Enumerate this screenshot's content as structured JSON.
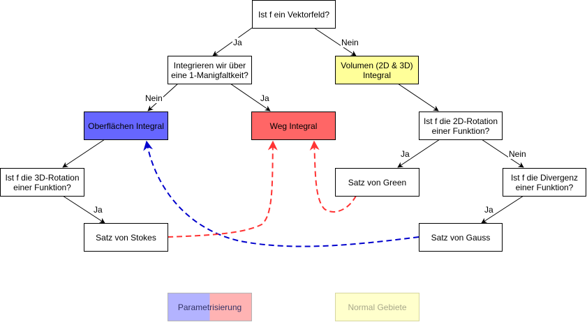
{
  "nodes": {
    "n_vektorfeld": "Ist f ein Vektorfeld?",
    "n_integrieren": "Integrieren wir über\neine 1-Manigfaltkeit?",
    "n_volumen": "Volumen (2D & 3D)\nIntegral",
    "n_oberflaechen": "Oberflächen Integral",
    "n_weg": "Weg Integral",
    "n_rot2d": "Ist f die 2D-Rotation\neiner Funktion?",
    "n_rot3d": "Ist f die 3D-Rotation\neiner Funktion?",
    "n_green": "Satz von Green",
    "n_divergenz": "Ist f die Divergenz\neiner Funktion?",
    "n_stokes": "Satz von Stokes",
    "n_gauss": "Satz von Gauss"
  },
  "edge_labels": {
    "ja_1": "Ja",
    "nein_1": "Nein",
    "nein_2": "Nein",
    "ja_2": "Ja",
    "ja_3": "Ja",
    "nein_3": "Nein",
    "ja_4": "Ja",
    "ja_5": "Ja"
  },
  "legend": {
    "parametrisierung": "Parametrisierung",
    "normal_gebiete": "Normal Gebiete"
  },
  "colors": {
    "oberflaechen_fill": "#6666ff",
    "weg_fill": "#ff6666",
    "volumen_fill": "#ffff99",
    "blue_dashed": "#0000cc",
    "red_dashed": "#ff3333",
    "legend_blue": "#b3b3ff",
    "legend_red": "#ffb3b3",
    "legend_yellow": "#ffffcc"
  }
}
